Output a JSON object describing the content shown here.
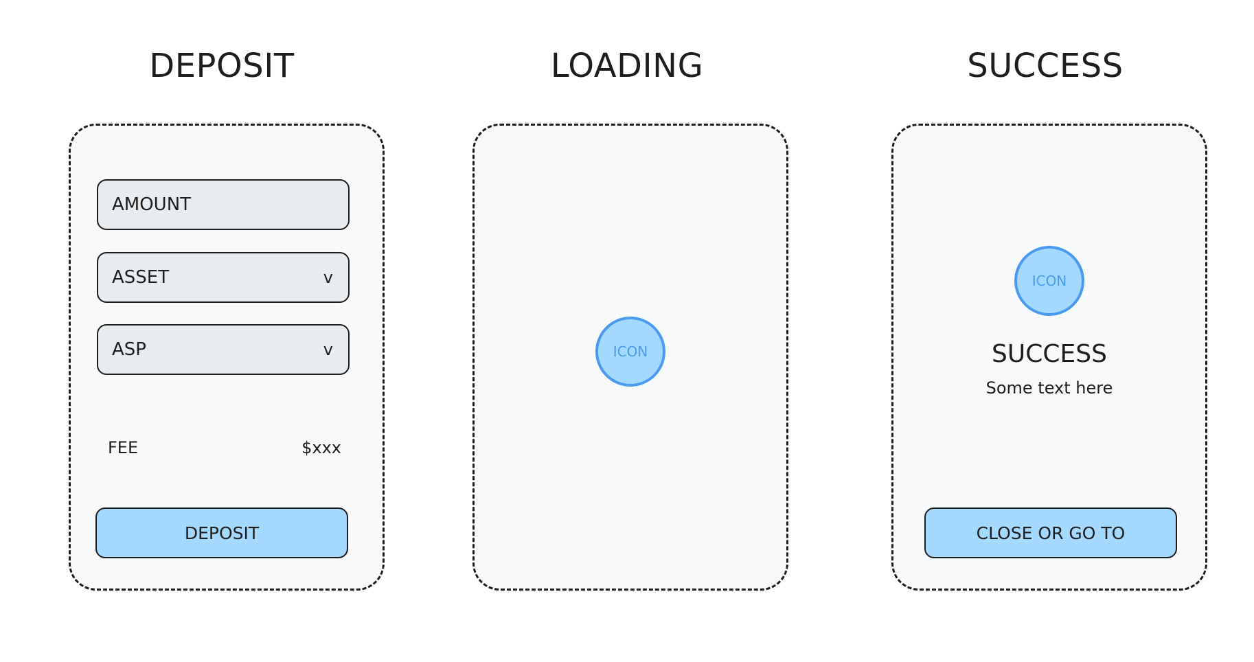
{
  "deposit": {
    "title": "DEPOSIT",
    "amount_field": "AMOUNT",
    "asset_field": "ASSET",
    "asp_field": "ASP",
    "dropdown_chevron": "v",
    "fee_label": "FEE",
    "fee_value": "$xxx",
    "button_label": "DEPOSIT"
  },
  "loading": {
    "title": "LOADING",
    "icon_label": "ICON"
  },
  "success": {
    "title": "SUCCESS",
    "icon_label": "ICON",
    "heading": "SUCCESS",
    "text": "Some text here",
    "button_label": "CLOSE OR GO TO"
  },
  "colors": {
    "frame_border": "#1e1e1e",
    "frame_fill": "#f8f9fa",
    "field_fill": "#e9ecef",
    "button_fill": "#a5d8ff",
    "icon_stroke": "#4a9af0",
    "icon_fill": "#a5d8ff"
  }
}
